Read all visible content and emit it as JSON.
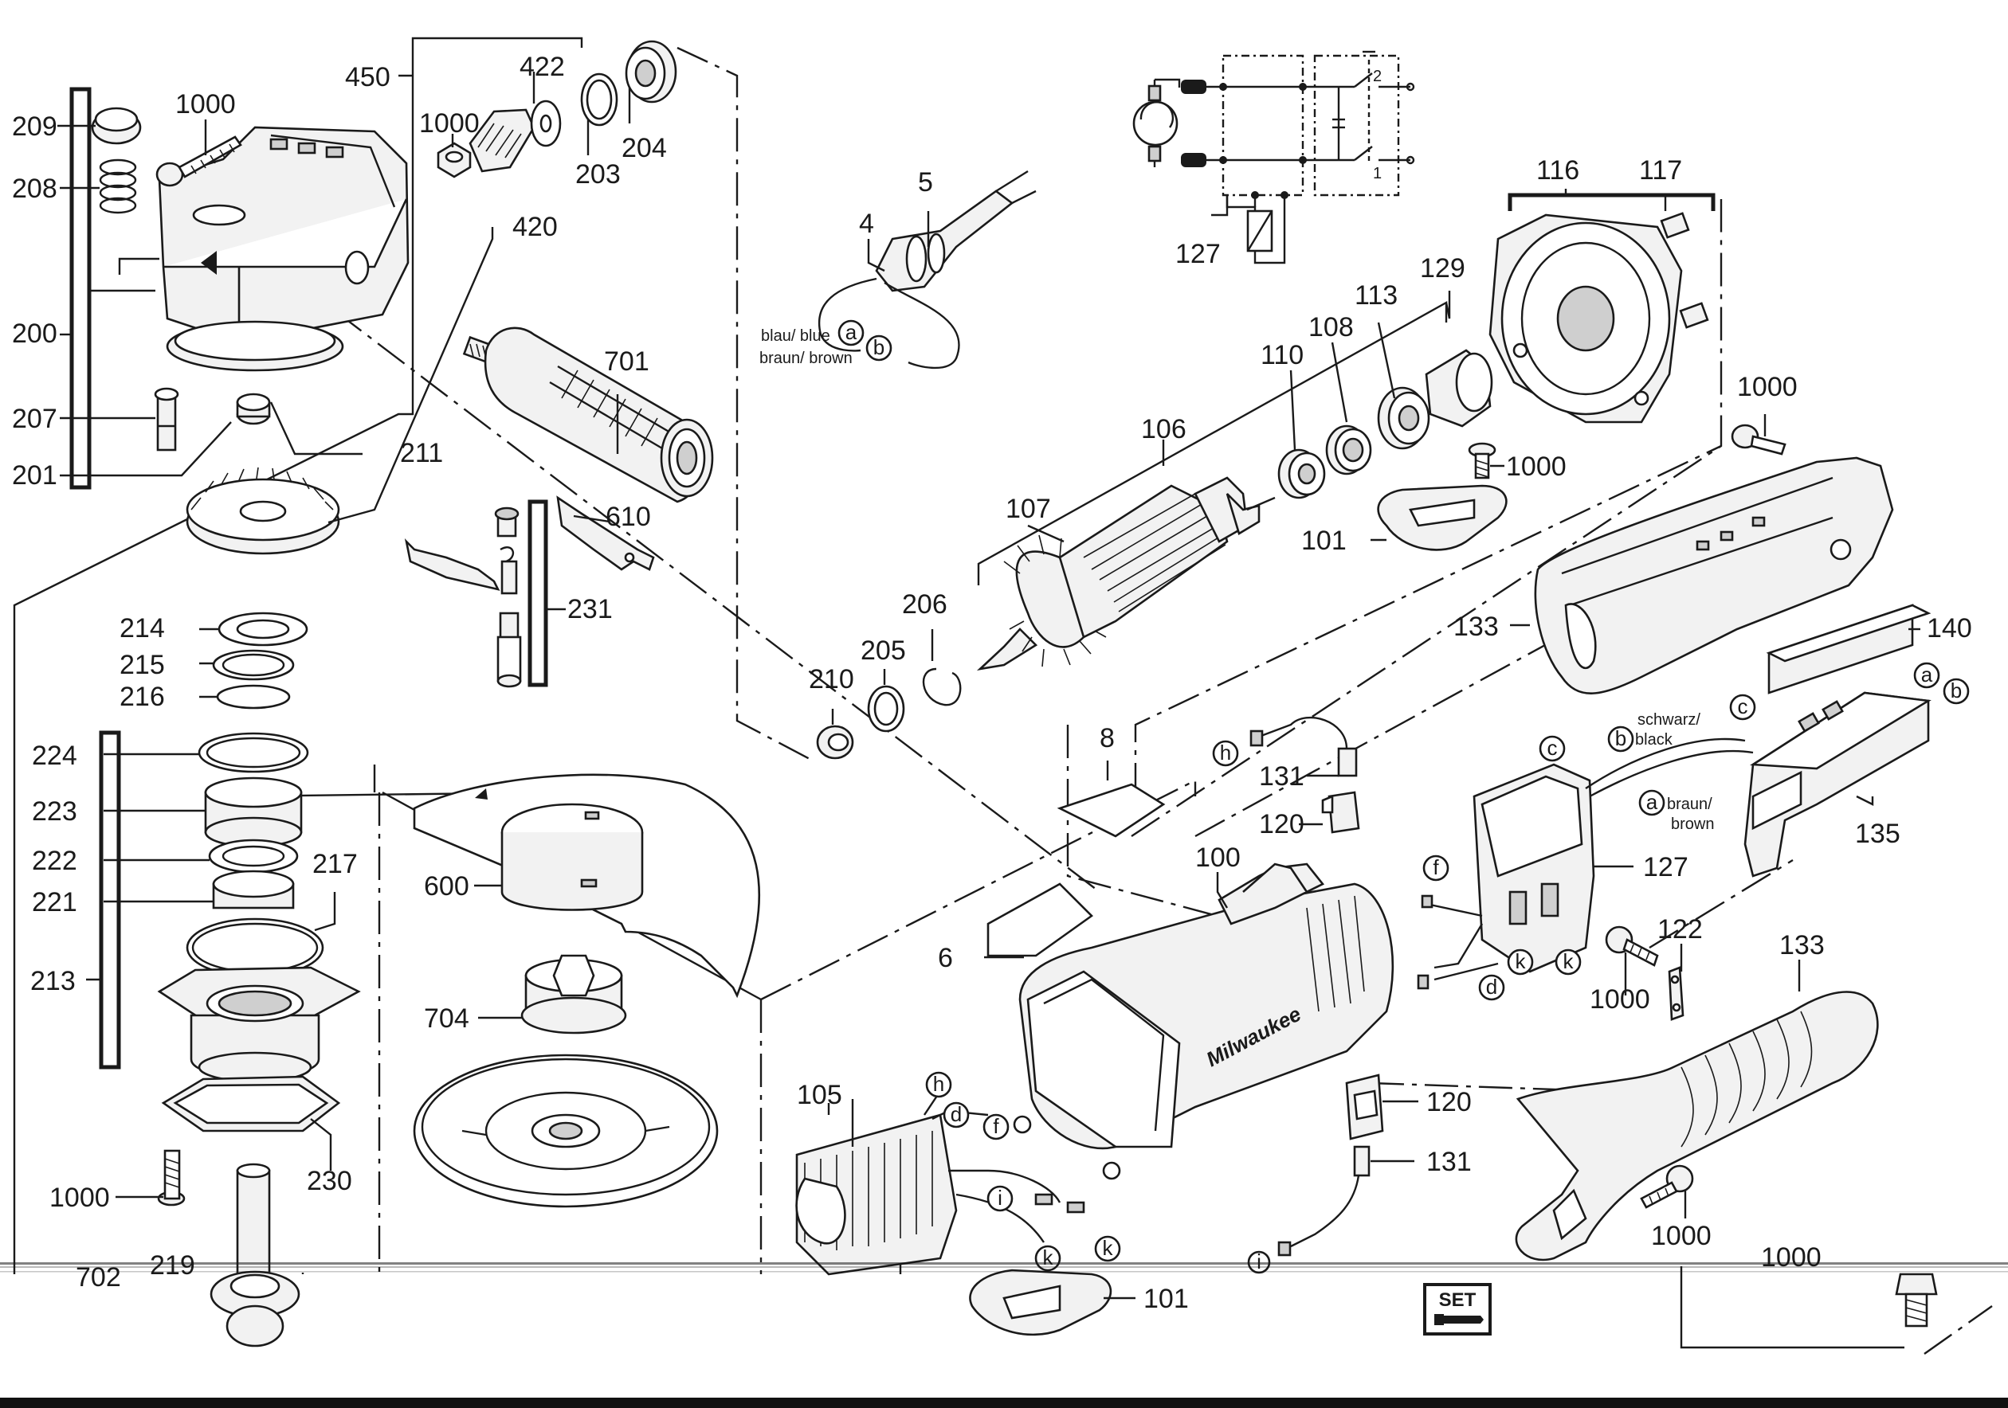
{
  "parts": [
    {
      "id": "p209",
      "label": "209"
    },
    {
      "id": "p1000a",
      "label": "1000"
    },
    {
      "id": "p208",
      "label": "208"
    },
    {
      "id": "p450",
      "label": "450"
    },
    {
      "id": "p422",
      "label": "422"
    },
    {
      "id": "p1000b",
      "label": "1000"
    },
    {
      "id": "p203",
      "label": "203"
    },
    {
      "id": "p204",
      "label": "204"
    },
    {
      "id": "p420",
      "label": "420"
    },
    {
      "id": "p200",
      "label": "200"
    },
    {
      "id": "p207",
      "label": "207"
    },
    {
      "id": "p201",
      "label": "201"
    },
    {
      "id": "p211",
      "label": "211"
    },
    {
      "id": "p701",
      "label": "701"
    },
    {
      "id": "p610",
      "label": "610"
    },
    {
      "id": "p231",
      "label": "231"
    },
    {
      "id": "p214",
      "label": "214"
    },
    {
      "id": "p215",
      "label": "215"
    },
    {
      "id": "p216",
      "label": "216"
    },
    {
      "id": "p224",
      "label": "224"
    },
    {
      "id": "p223",
      "label": "223"
    },
    {
      "id": "p222",
      "label": "222"
    },
    {
      "id": "p221",
      "label": "221"
    },
    {
      "id": "p217",
      "label": "217"
    },
    {
      "id": "p213",
      "label": "213"
    },
    {
      "id": "p230",
      "label": "230"
    },
    {
      "id": "p1000c",
      "label": "1000"
    },
    {
      "id": "p702",
      "label": "702"
    },
    {
      "id": "p219",
      "label": "219"
    },
    {
      "id": "p600",
      "label": "600"
    },
    {
      "id": "p704",
      "label": "704"
    },
    {
      "id": "p5",
      "label": "5"
    },
    {
      "id": "p4",
      "label": "4"
    },
    {
      "id": "p127a",
      "label": "127"
    },
    {
      "id": "p116",
      "label": "116"
    },
    {
      "id": "p117",
      "label": "117"
    },
    {
      "id": "p129",
      "label": "129"
    },
    {
      "id": "p113",
      "label": "113"
    },
    {
      "id": "p108",
      "label": "108"
    },
    {
      "id": "p110",
      "label": "110"
    },
    {
      "id": "p106",
      "label": "106"
    },
    {
      "id": "p107",
      "label": "107"
    },
    {
      "id": "p1000d",
      "label": "1000"
    },
    {
      "id": "p1000e",
      "label": "1000"
    },
    {
      "id": "p101a",
      "label": "101"
    },
    {
      "id": "p206",
      "label": "206"
    },
    {
      "id": "p205",
      "label": "205"
    },
    {
      "id": "p210",
      "label": "210"
    },
    {
      "id": "p133a",
      "label": "133"
    },
    {
      "id": "p140",
      "label": "140"
    },
    {
      "id": "p8",
      "label": "8"
    },
    {
      "id": "p131a",
      "label": "131"
    },
    {
      "id": "p120a",
      "label": "120"
    },
    {
      "id": "p135",
      "label": "135"
    },
    {
      "id": "p127b",
      "label": "127"
    },
    {
      "id": "p100",
      "label": "100"
    },
    {
      "id": "p6",
      "label": "6"
    },
    {
      "id": "p122",
      "label": "122"
    },
    {
      "id": "p1000f",
      "label": "1000"
    },
    {
      "id": "p133b",
      "label": "133"
    },
    {
      "id": "p105",
      "label": "105"
    },
    {
      "id": "p120b",
      "label": "120"
    },
    {
      "id": "p131b",
      "label": "131"
    },
    {
      "id": "p1000g",
      "label": "1000"
    },
    {
      "id": "p1000h",
      "label": "1000"
    },
    {
      "id": "p101b",
      "label": "101"
    }
  ],
  "wire_labels": {
    "blue": "blau/ blue",
    "brown": "braun/ brown",
    "black_de": "schwarz/",
    "black_en": "black",
    "brown2_de": "braun/",
    "brown2_en": "brown"
  },
  "schematic_labels": {
    "switch_1": "1",
    "switch_2": "2"
  },
  "connectors": {
    "a": "a",
    "b": "b",
    "c": "c",
    "d": "d",
    "f": "f",
    "h": "h",
    "i": "i",
    "k": "k"
  },
  "badge": {
    "text": "SET"
  }
}
